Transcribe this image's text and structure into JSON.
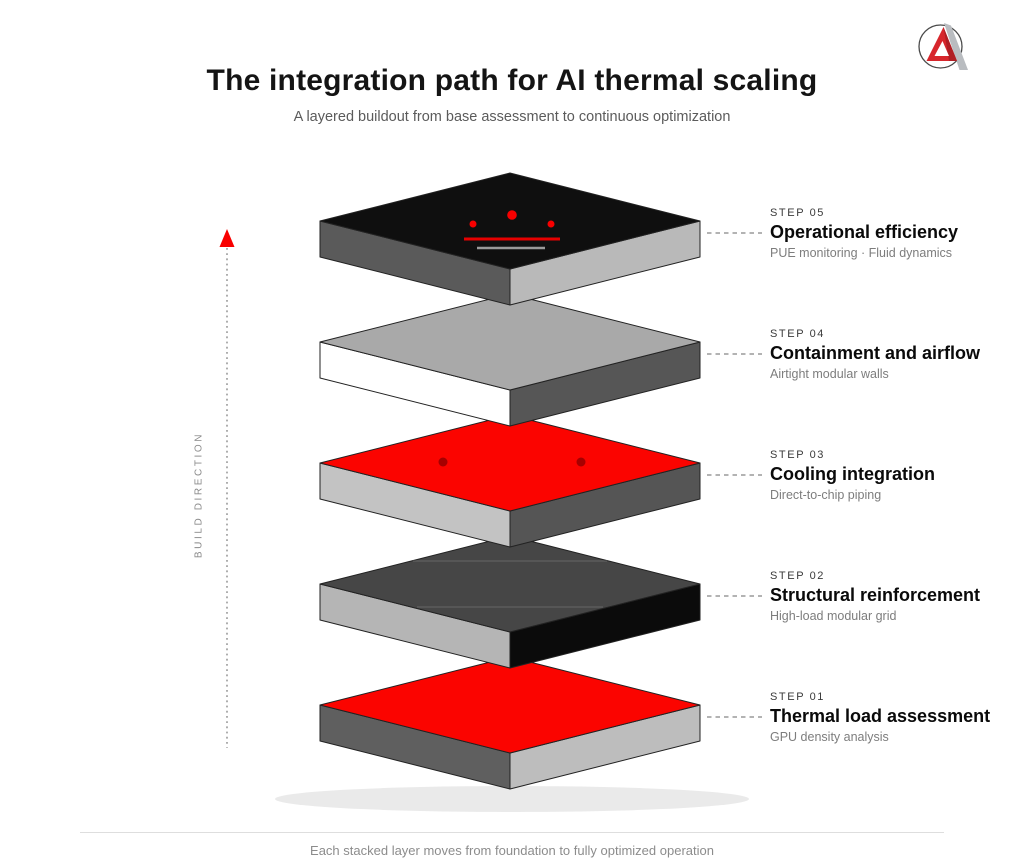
{
  "header": {
    "title": "The integration path for AI thermal scaling",
    "subtitle": "A layered buildout from base assessment to continuous optimization"
  },
  "brand": {
    "logo_red": "#d7262c",
    "logo_red_dark": "#b01e24",
    "logo_gray": "#b9bcc0",
    "logo_ring": "#4a4a4a"
  },
  "axis": {
    "label": "BUILD DIRECTION",
    "arrow_color": "#f80000",
    "line_color": "#999999"
  },
  "steps": [
    {
      "kicker": "STEP 05",
      "title": "Operational efficiency",
      "subtitle": "PUE monitoring · Fluid dynamics",
      "colors": {
        "top": "#0f0f0f",
        "left": "#5a5a5a",
        "right": "#b9b9b9"
      }
    },
    {
      "kicker": "STEP 04",
      "title": "Containment and airflow",
      "subtitle": "Airtight modular walls",
      "colors": {
        "top": "#a9a9a9",
        "left": "#ffffff",
        "right": "#565656"
      }
    },
    {
      "kicker": "STEP 03",
      "title": "Cooling integration",
      "subtitle": "Direct-to-chip piping",
      "colors": {
        "top": "#fb0400",
        "left": "#c3c3c3",
        "right": "#555555"
      }
    },
    {
      "kicker": "STEP 02",
      "title": "Structural reinforcement",
      "subtitle": "High-load modular grid",
      "colors": {
        "top": "#464646",
        "left": "#b5b5b5",
        "right": "#0b0b0b"
      }
    },
    {
      "kicker": "STEP 01",
      "title": "Thermal load assessment",
      "subtitle": "GPU density analysis",
      "colors": {
        "top": "#fb0400",
        "left": "#5f5f5f",
        "right": "#bdbdbd"
      }
    }
  ],
  "decor": {
    "gauge_dot": "#f80000",
    "gauge_line_red": "#e60000",
    "gauge_line_gray": "#9a9a9a",
    "coolant_dot": "#a60000",
    "grid_line": "#6b6b6b",
    "shadow": "#eaeaea",
    "leader": "#9a9a9a"
  },
  "footer": {
    "caption": "Each stacked layer moves from foundation to fully optimized operation"
  },
  "chart_data": {
    "type": "table",
    "title": "The integration path for AI thermal scaling",
    "subtitle": "A layered buildout from base assessment to continuous optimization",
    "axis_label": "BUILD DIRECTION",
    "layers_bottom_to_top": [
      {
        "step": "STEP 01",
        "title": "Thermal load assessment",
        "detail": "GPU density analysis",
        "top_color": "#fb0400"
      },
      {
        "step": "STEP 02",
        "title": "Structural reinforcement",
        "detail": "High-load modular grid",
        "top_color": "#464646"
      },
      {
        "step": "STEP 03",
        "title": "Cooling integration",
        "detail": "Direct-to-chip piping",
        "top_color": "#fb0400"
      },
      {
        "step": "STEP 04",
        "title": "Containment and airflow",
        "detail": "Airtight modular walls",
        "top_color": "#a9a9a9"
      },
      {
        "step": "STEP 05",
        "title": "Operational efficiency",
        "detail": "PUE monitoring · Fluid dynamics",
        "top_color": "#0f0f0f"
      }
    ]
  }
}
